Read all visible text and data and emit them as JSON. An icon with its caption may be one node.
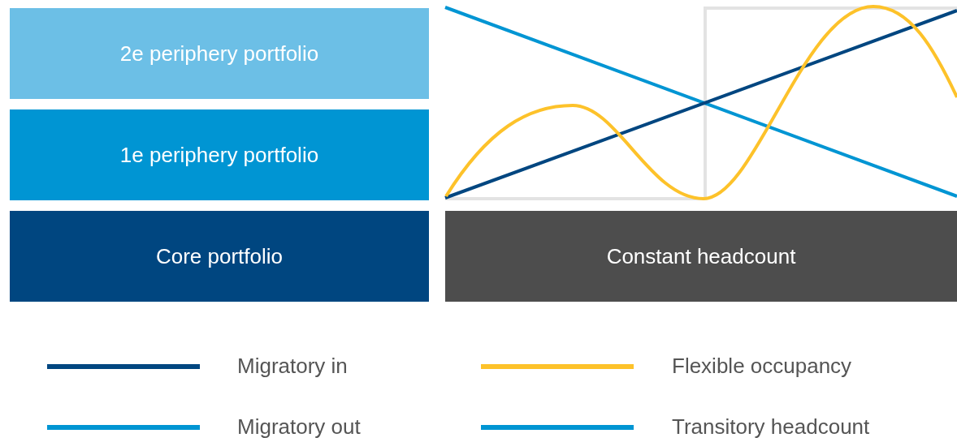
{
  "diagram": {
    "nodes": [
      {
        "text": [
          "2e periphery portfolio"
        ]
      },
      {
        "text": [
          "1e periphery portfolio"
        ]
      },
      {
        "text": [
          "Core portfolio"
        ]
      },
      {
        "text": [
          "Constant headcount"
        ]
      }
    ],
    "legend": [
      {
        "text": "Migratory in"
      },
      {
        "text": "Flexible occupancy"
      },
      {
        "text": "Migratory out"
      },
      {
        "text": "Transitory headcount"
      }
    ]
  }
}
